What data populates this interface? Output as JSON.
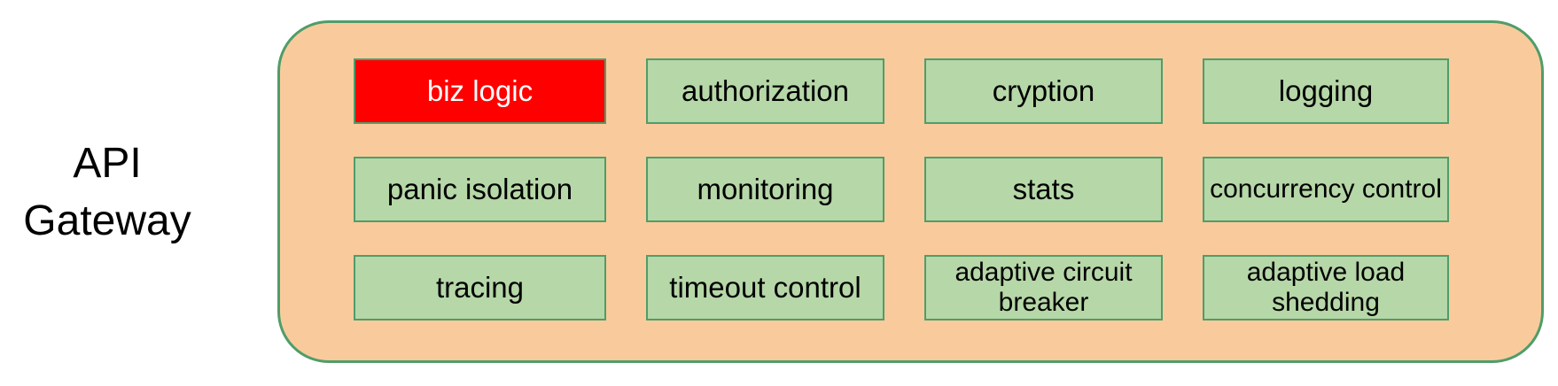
{
  "diagram": {
    "title": "API Gateway",
    "boxes": [
      {
        "label": "biz logic",
        "highlighted": true
      },
      {
        "label": "authorization",
        "highlighted": false
      },
      {
        "label": "cryption",
        "highlighted": false
      },
      {
        "label": "logging",
        "highlighted": false
      },
      {
        "label": "panic isolation",
        "highlighted": false
      },
      {
        "label": "monitoring",
        "highlighted": false
      },
      {
        "label": "stats",
        "highlighted": false
      },
      {
        "label": "concurrency control",
        "highlighted": false
      },
      {
        "label": "tracing",
        "highlighted": false
      },
      {
        "label": "timeout control",
        "highlighted": false
      },
      {
        "label": "adaptive circuit breaker",
        "highlighted": false
      },
      {
        "label": "adaptive load shedding",
        "highlighted": false
      }
    ],
    "colors": {
      "background": "#ffffff",
      "container_fill": "#F9CB9C",
      "border_green": "#4F9D69",
      "box_fill": "#B6D7A8",
      "highlight_fill": "#FF0000",
      "highlight_text": "#ffffff",
      "text": "#000000"
    }
  }
}
